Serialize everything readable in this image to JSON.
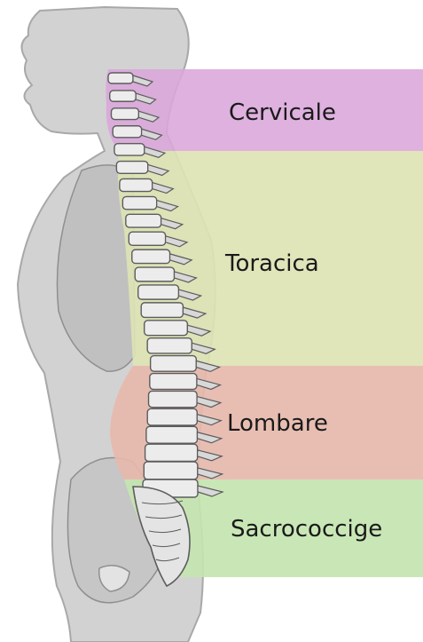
{
  "regions": [
    {
      "id": "cervical",
      "label": "Cervicale",
      "color": "#d9a6d9"
    },
    {
      "id": "thoracic",
      "label": "Toracica",
      "color": "#dde3b4"
    },
    {
      "id": "lumbar",
      "label": "Lombare",
      "color": "#e6b8ad"
    },
    {
      "id": "sacral",
      "label": "Sacrococcige",
      "color": "#c4e5b0"
    }
  ],
  "colors": {
    "body_silhouette": "#d2d2d2",
    "body_outline": "#9a9a9a",
    "inner_organ": "#bcbcbc",
    "bone_light": "#ececec",
    "bone_shade": "#5c5c5c"
  }
}
